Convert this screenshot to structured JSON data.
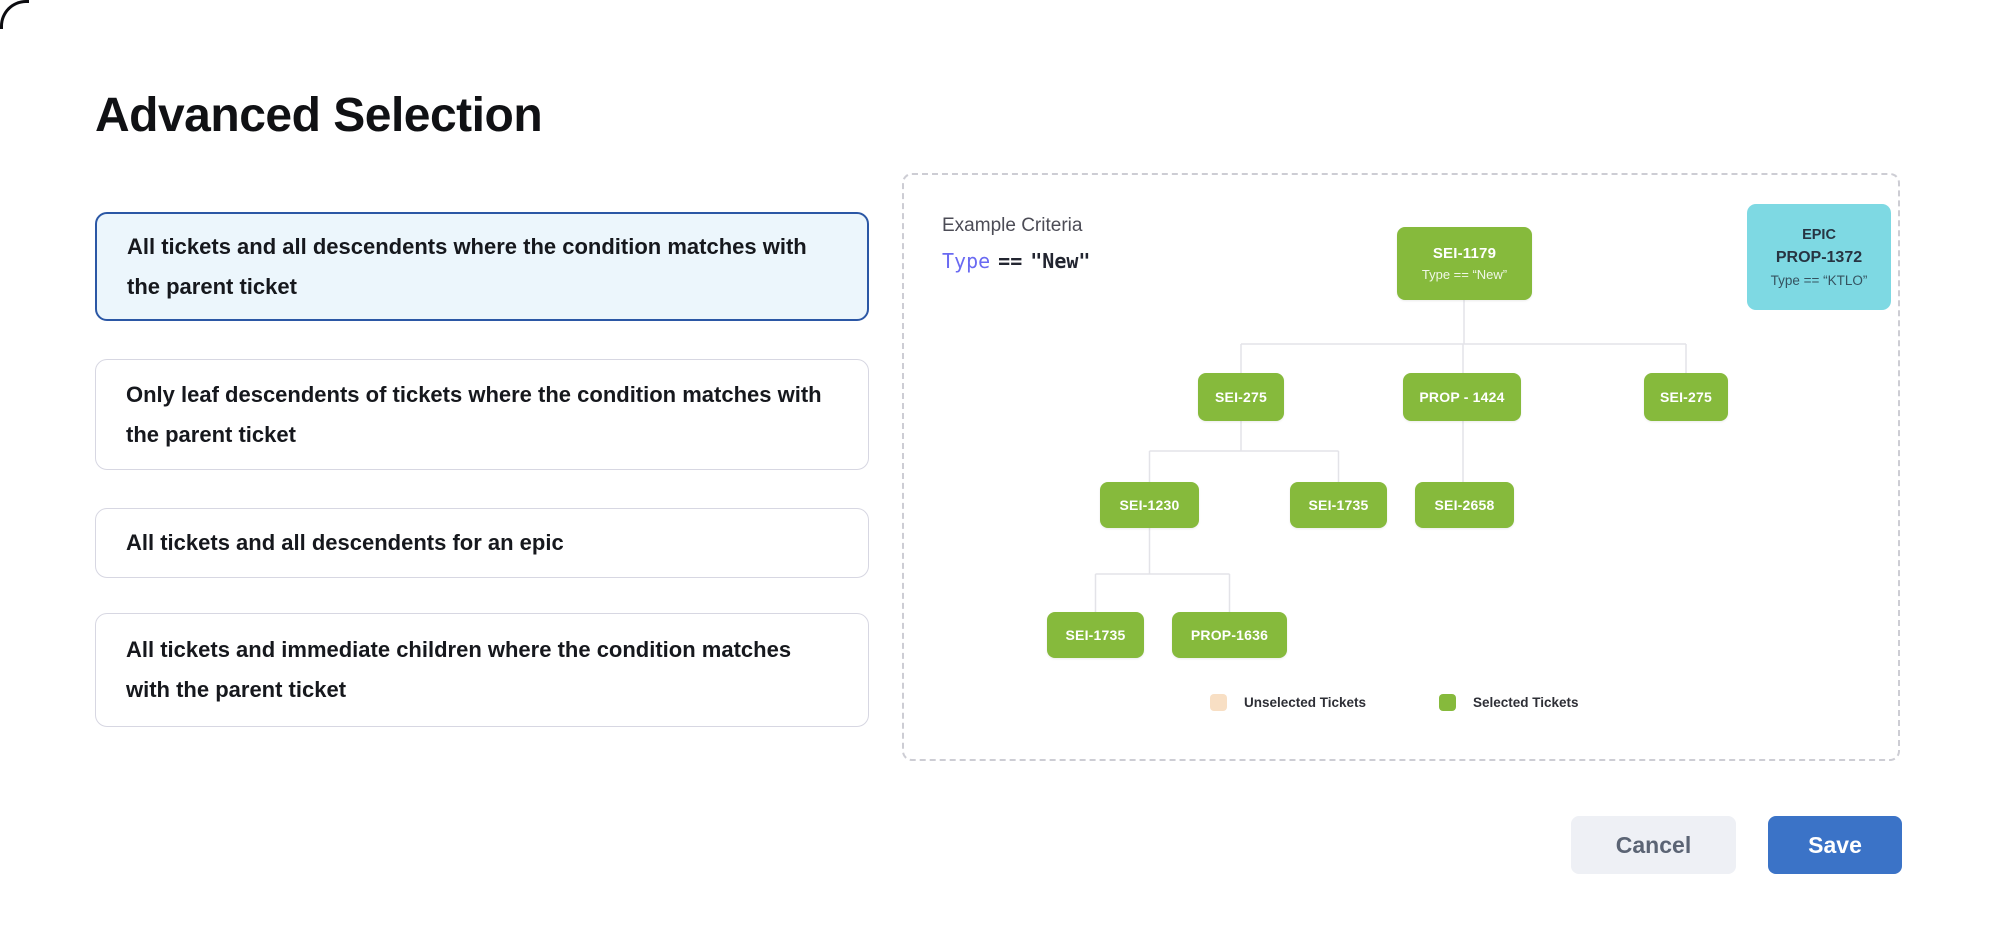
{
  "window": {
    "title": "Advanced Selection"
  },
  "options": [
    {
      "label": "All tickets and all descendents where the condition matches with the parent ticket",
      "selected": true
    },
    {
      "label": "Only leaf descendents of tickets where the condition matches with the parent ticket",
      "selected": false
    },
    {
      "label": "All tickets and all descendents for an epic",
      "selected": false
    },
    {
      "label": "All tickets and immediate children where the condition matches with the parent ticket",
      "selected": false
    }
  ],
  "example_panel": {
    "heading": "Example Criteria",
    "criteria": {
      "field": "Type",
      "operator": "==",
      "value": "\"New\""
    },
    "tree": {
      "id": "SEI-1179",
      "condition": "Type == “New”",
      "children": [
        {
          "id": "SEI-275",
          "children": [
            {
              "id": "SEI-1230",
              "children": [
                {
                  "id": "SEI-1735"
                },
                {
                  "id": "PROP-1636"
                }
              ]
            },
            {
              "id": "SEI-1735"
            }
          ]
        },
        {
          "id": "PROP - 1424",
          "children": [
            {
              "id": "SEI-2658"
            }
          ]
        },
        {
          "id": "SEI-275"
        }
      ]
    },
    "epic_card": {
      "type_label": "EPIC",
      "ticket_id": "PROP-1372",
      "condition": "Type == “KTLO”"
    },
    "legend": {
      "unselected": {
        "label": "Unselected Tickets",
        "color": "#f8dfc4"
      },
      "selected": {
        "label": "Selected Tickets",
        "color": "#86ba3c"
      }
    }
  },
  "footer": {
    "cancel_label": "Cancel",
    "save_label": "Save"
  },
  "colors": {
    "selected_node_green": "#86ba3c",
    "unselected_ticket_peach": "#f8dfc4",
    "epic_cyan": "#7ed9e3",
    "selected_card_border": "#2b57a5",
    "selected_card_bg": "#ecf6fc",
    "save_button_blue": "#3b73c7",
    "criteria_field_indigo": "#6a6af2"
  }
}
